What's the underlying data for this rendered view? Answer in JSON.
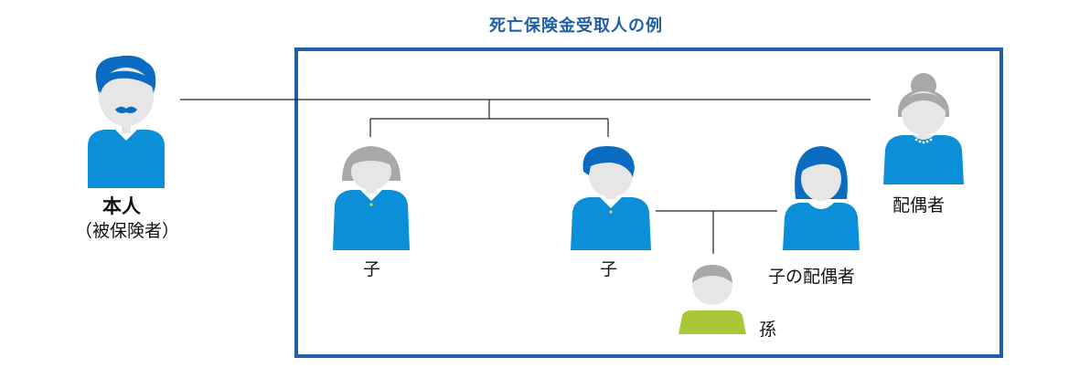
{
  "title": "死亡保険金受取人の例",
  "colors": {
    "accent": "#1f5fa8",
    "body_blue": "#0a8fd8",
    "hair_blue": "#0a6cc0",
    "face_gray": "#e6e6e6",
    "hair_gray": "#a8a8a8",
    "grandchild_green": "#a8c838",
    "line": "#222222"
  },
  "people": {
    "insured": {
      "name": "本人",
      "sub": "（被保険者）"
    },
    "child1": {
      "name": "子"
    },
    "child2": {
      "name": "子"
    },
    "child_spouse": {
      "name": "子の配偶者"
    },
    "spouse": {
      "name": "配偶者"
    },
    "grandchild": {
      "name": "孫"
    }
  }
}
